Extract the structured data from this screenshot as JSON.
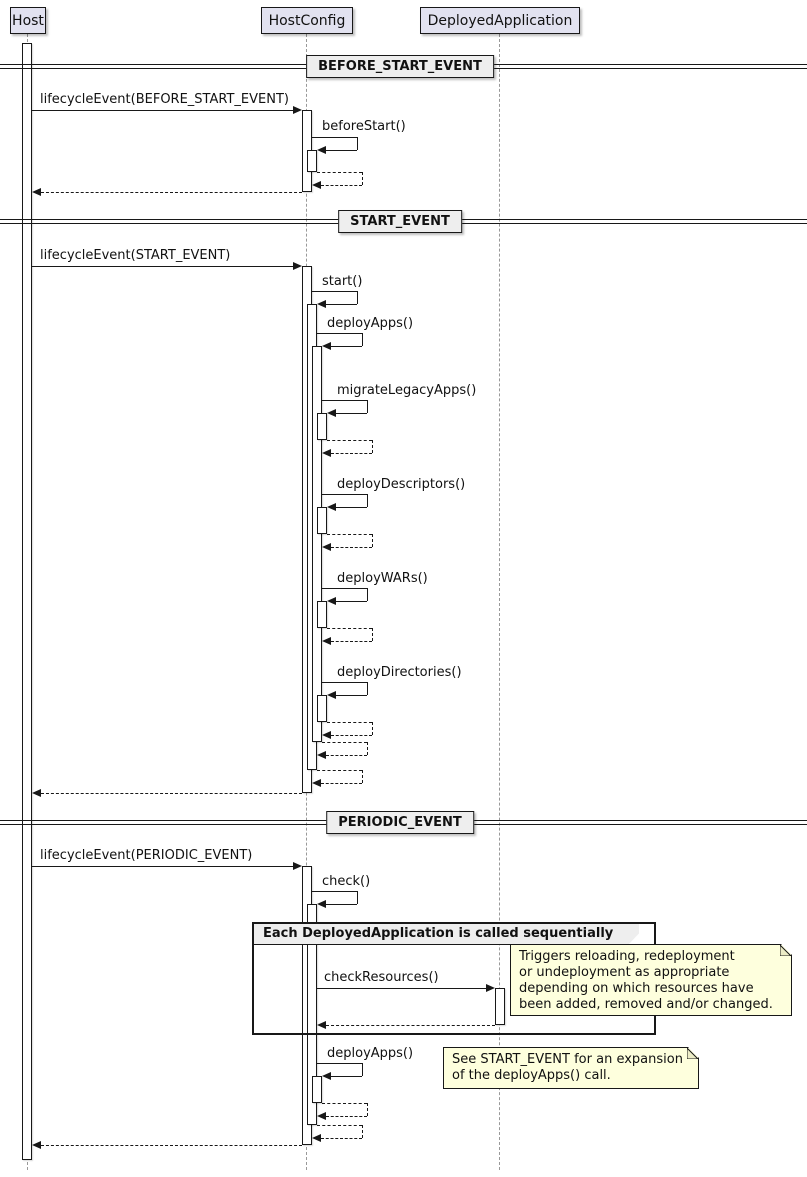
{
  "participants": [
    {
      "name": "Host"
    },
    {
      "name": "HostConfig"
    },
    {
      "name": "DeployedApplication"
    }
  ],
  "dividers": [
    "BEFORE_START_EVENT",
    "START_EVENT",
    "PERIODIC_EVENT"
  ],
  "sections": {
    "before_start": {
      "messages": {
        "lifecycle": "lifecycleEvent(BEFORE_START_EVENT)",
        "before_start": "beforeStart()"
      }
    },
    "start": {
      "messages": {
        "lifecycle": "lifecycleEvent(START_EVENT)",
        "start": "start()",
        "deploy_apps": "deployApps()",
        "migrate_legacy_apps": "migrateLegacyApps()",
        "deploy_descriptors": "deployDescriptors()",
        "deploy_wars": "deployWARs()",
        "deploy_directories": "deployDirectories()"
      }
    },
    "periodic": {
      "messages": {
        "lifecycle": "lifecycleEvent(PERIODIC_EVENT)",
        "check": "check()",
        "check_resources": "checkResources()",
        "deploy_apps": "deployApps()"
      },
      "group_label": "Each DeployedApplication is called sequentially",
      "notes": {
        "check_resources": "Triggers reloading, redeployment\nor undeployment as appropriate\ndepending on which resources have\nbeen added, removed and/or changed.",
        "deploy_apps": "See START_EVENT for an expansion\nof the deployApps() call."
      }
    }
  },
  "colors": {
    "participant_fill": "#E2E2F0",
    "divider_fill": "#EEEEEE",
    "group_header_fill": "#EEEEEE",
    "note_fill": "#FEFFDD",
    "line": "#181818"
  }
}
